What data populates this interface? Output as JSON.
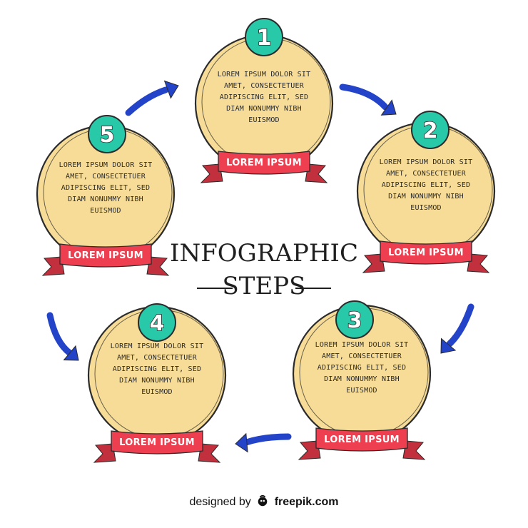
{
  "title": {
    "line1": "INFOGRAPHIC",
    "line2": "STEPS"
  },
  "colors": {
    "circle_fill": "#f7dc97",
    "outline": "#2b2b2b",
    "badge": "#27c9a9",
    "ribbon": "#ee3f50",
    "ribbon_dark": "#c22f3d",
    "arrow": "#2343c8"
  },
  "steps": [
    {
      "number": "1",
      "text_lines": [
        "LOREM IPSUM DOLOR SIT",
        "AMET, CONSECTETUER",
        "ADIPISCING ELIT, SED",
        "DIAM NONUMMY NIBH",
        "EUISMOD"
      ],
      "ribbon_label": "LOREM IPSUM"
    },
    {
      "number": "2",
      "text_lines": [
        "LOREM IPSUM DOLOR SIT",
        "AMET, CONSECTETUER",
        "ADIPISCING ELIT, SED",
        "DIAM NONUMMY NIBH",
        "EUISMOD"
      ],
      "ribbon_label": "LOREM IPSUM"
    },
    {
      "number": "3",
      "text_lines": [
        "LOREM IPSUM DOLOR SIT",
        "AMET, CONSECTETUER",
        "ADIPISCING ELIT, SED",
        "DIAM NONUMMY NIBH",
        "EUISMOD"
      ],
      "ribbon_label": "LOREM IPSUM"
    },
    {
      "number": "4",
      "text_lines": [
        "LOREM IPSUM DOLOR SIT",
        "AMET, CONSECTETUER",
        "ADIPISCING ELIT, SED",
        "DIAM NONUMMY NIBH",
        "EUISMOD"
      ],
      "ribbon_label": "LOREM IPSUM"
    },
    {
      "number": "5",
      "text_lines": [
        "LOREM IPSUM DOLOR SIT",
        "AMET, CONSECTETUER",
        "ADIPISCING ELIT, SED",
        "DIAM NONUMMY NIBH",
        "EUISMOD"
      ],
      "ribbon_label": "LOREM IPSUM"
    }
  ],
  "footer": {
    "prefix": "designed by",
    "brand": "freepik.com"
  }
}
